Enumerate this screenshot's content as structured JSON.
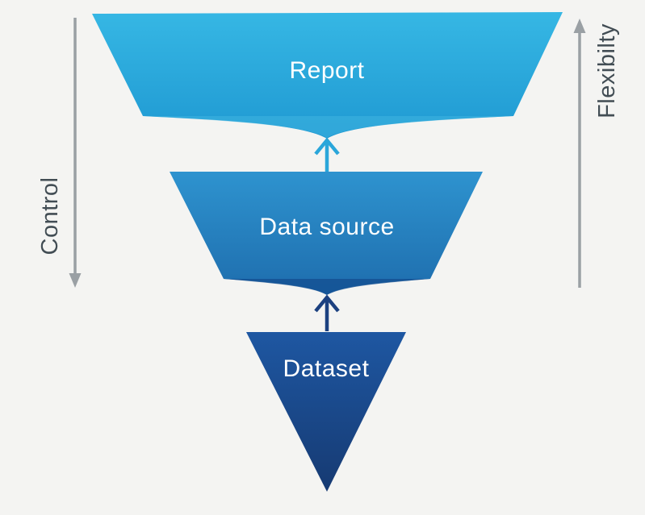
{
  "diagram": {
    "title": "inverted funnel: report / data source / dataset",
    "levels": [
      {
        "label": "Report"
      },
      {
        "label": "Data source"
      },
      {
        "label": "Dataset"
      }
    ],
    "left_axis": {
      "label": "Control",
      "direction": "down"
    },
    "right_axis": {
      "label": "Flexibilty",
      "direction": "up"
    }
  },
  "colors": {
    "background": "#f4f4f2",
    "report_top": "#36b7e4",
    "report_bottom": "#1f99d2",
    "report_fold": "#45b7e2",
    "datasource_top": "#2e93cf",
    "datasource_bottom": "#1e6dad",
    "datasource_fold": "#134e90",
    "dataset_top": "#1e57a2",
    "dataset_bottom": "#163a72",
    "arrow_cyan": "#2aa6da",
    "arrow_navy": "#1c4180",
    "axis_gray": "#9aa0a4",
    "axis_text": "#424d54",
    "level_text": "#ffffff"
  }
}
